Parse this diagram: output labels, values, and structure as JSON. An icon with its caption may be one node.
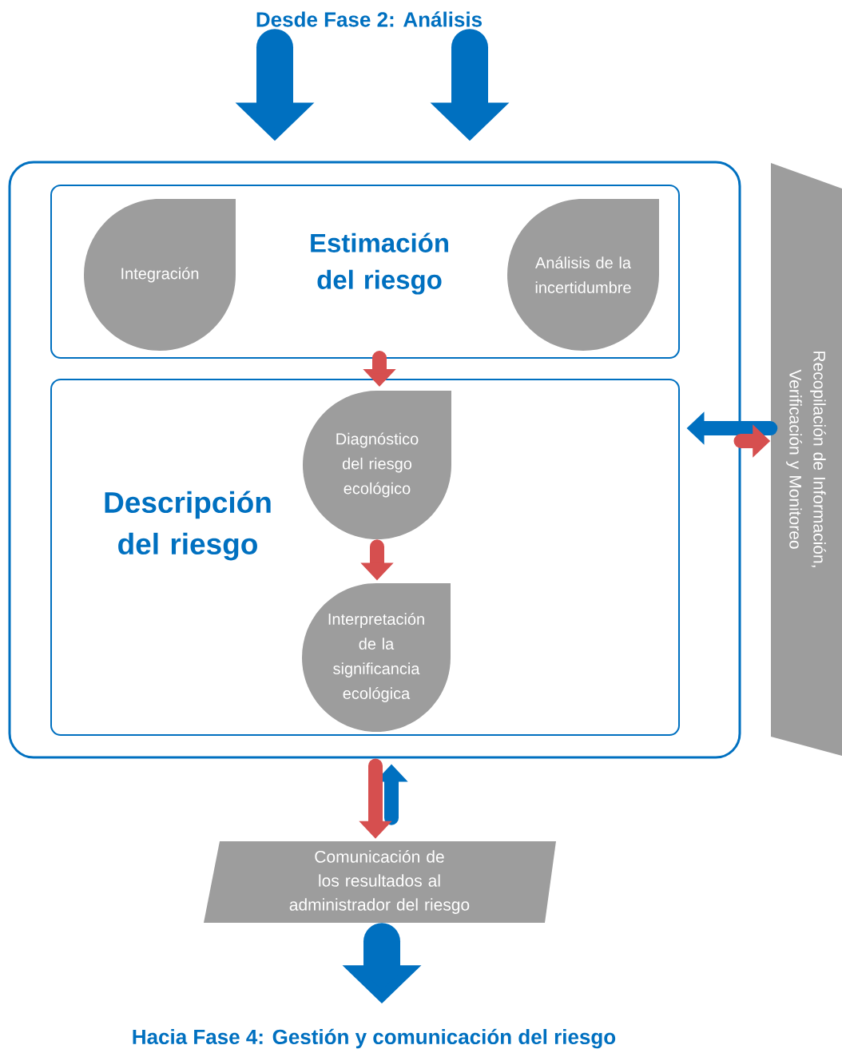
{
  "diagram": {
    "nodes": [
      {
        "text": [
          "Desde Fase 2: Análisis"
        ]
      },
      {
        "text": [],
        "shape": "box"
      },
      {
        "text": [
          "Estimación del riesgo"
        ],
        "in": 1
      },
      {
        "text": [
          "Integración"
        ],
        "in": 2
      },
      {
        "text": [
          "Análisis de la incertidumbre"
        ],
        "in": 2
      },
      {
        "text": [
          "Descripción del riesgo"
        ],
        "in": 1
      },
      {
        "text": [
          "Diagnóstico del riesgo ecológico"
        ],
        "in": 5
      },
      {
        "text": [
          "Interpretación de la significancia ecológica"
        ],
        "in": 5
      },
      {
        "text": [
          "Recopilación de Información, Verificación y Monitoreo"
        ]
      },
      {
        "text": [
          "Comunicación de los resultados al administrador del riesgo"
        ]
      },
      {
        "text": [
          "Hacia Fase 4: Gestión y comunicación del riesgo"
        ]
      }
    ],
    "edges": [
      {
        "from": 0,
        "to": 1,
        "arrow": "to",
        "style": "thick"
      },
      {
        "from": 0,
        "to": 1,
        "arrow": "to",
        "style": "thick"
      },
      {
        "from": 2,
        "to": 5,
        "arrow": "to",
        "color": "#d64f4f"
      },
      {
        "from": 6,
        "to": 7,
        "arrow": "to",
        "color": "#d64f4f"
      },
      {
        "from": 8,
        "to": 1,
        "arrow": "to"
      },
      {
        "from": 1,
        "to": 8,
        "arrow": "to",
        "color": "#d64f4f"
      },
      {
        "from": 9,
        "to": 1,
        "arrow": "to"
      },
      {
        "from": 1,
        "to": 9,
        "arrow": "to",
        "color": "#d64f4f"
      },
      {
        "from": 9,
        "to": 10,
        "arrow": "to",
        "style": "thick"
      }
    ]
  }
}
